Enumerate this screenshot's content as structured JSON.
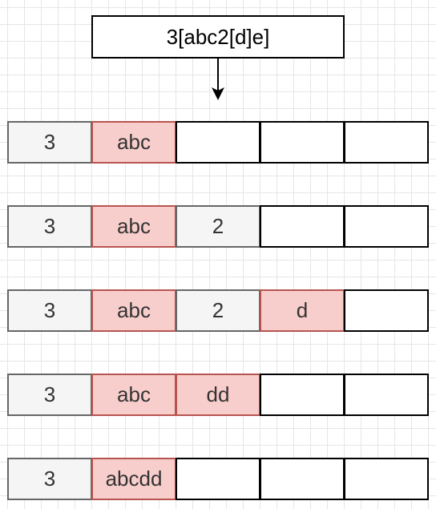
{
  "title": "3[abc2[d]e]",
  "colors": {
    "gray_fill": "#f5f5f5",
    "gray_border": "#666666",
    "red_fill": "#f8cecc",
    "red_border": "#b85450",
    "empty_fill": "#ffffff",
    "empty_border": "#000000"
  },
  "rows": [
    {
      "cells": [
        {
          "text": "3",
          "style": "gray"
        },
        {
          "text": "abc",
          "style": "red"
        },
        {
          "text": "",
          "style": "empty"
        },
        {
          "text": "",
          "style": "empty"
        },
        {
          "text": "",
          "style": "empty"
        }
      ]
    },
    {
      "cells": [
        {
          "text": "3",
          "style": "gray"
        },
        {
          "text": "abc",
          "style": "red"
        },
        {
          "text": "2",
          "style": "gray"
        },
        {
          "text": "",
          "style": "empty"
        },
        {
          "text": "",
          "style": "empty"
        }
      ]
    },
    {
      "cells": [
        {
          "text": "3",
          "style": "gray"
        },
        {
          "text": "abc",
          "style": "red"
        },
        {
          "text": "2",
          "style": "gray"
        },
        {
          "text": "d",
          "style": "red"
        },
        {
          "text": "",
          "style": "empty"
        }
      ]
    },
    {
      "cells": [
        {
          "text": "3",
          "style": "gray"
        },
        {
          "text": "abc",
          "style": "red"
        },
        {
          "text": "dd",
          "style": "red"
        },
        {
          "text": "",
          "style": "empty"
        },
        {
          "text": "",
          "style": "empty"
        }
      ]
    },
    {
      "cells": [
        {
          "text": "3",
          "style": "gray"
        },
        {
          "text": "abcdd",
          "style": "red"
        },
        {
          "text": "",
          "style": "empty"
        },
        {
          "text": "",
          "style": "empty"
        },
        {
          "text": "",
          "style": "empty"
        }
      ]
    }
  ]
}
